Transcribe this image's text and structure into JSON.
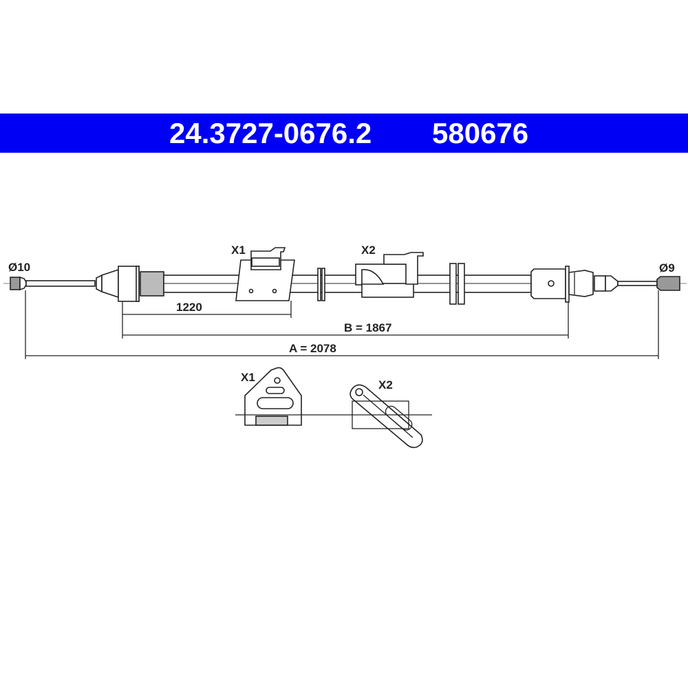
{
  "header": {
    "part_number": "24.3727-0676.2",
    "ref_number": "580676",
    "background": "#0000f5"
  },
  "labels": {
    "left_diameter": "Ø10",
    "right_diameter": "Ø9",
    "bracket_1": "X1",
    "bracket_2": "X2",
    "dim_1220": "1220",
    "dim_b": "B = 1867",
    "dim_a": "A = 2078",
    "detail_1": "X1",
    "detail_2": "X2"
  }
}
